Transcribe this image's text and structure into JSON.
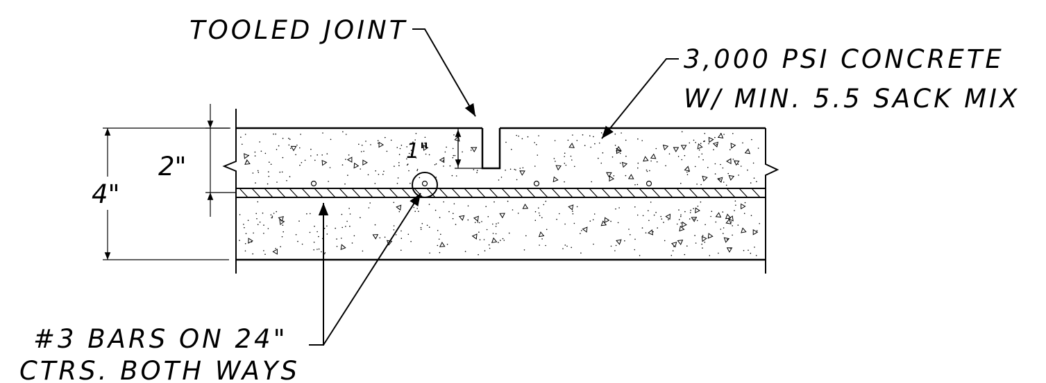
{
  "labels": {
    "tooled_joint": "TOOLED JOINT",
    "concrete_line1": "3,000 PSI CONCRETE",
    "concrete_line2": "W/ MIN. 5.5 SACK MIX",
    "bars_line1": "#3 BARS ON 24\"",
    "bars_line2": "CTRS. BOTH WAYS"
  },
  "dimensions": {
    "slab_thickness": "4\"",
    "rebar_depth": "2\"",
    "joint_depth": "1\""
  }
}
